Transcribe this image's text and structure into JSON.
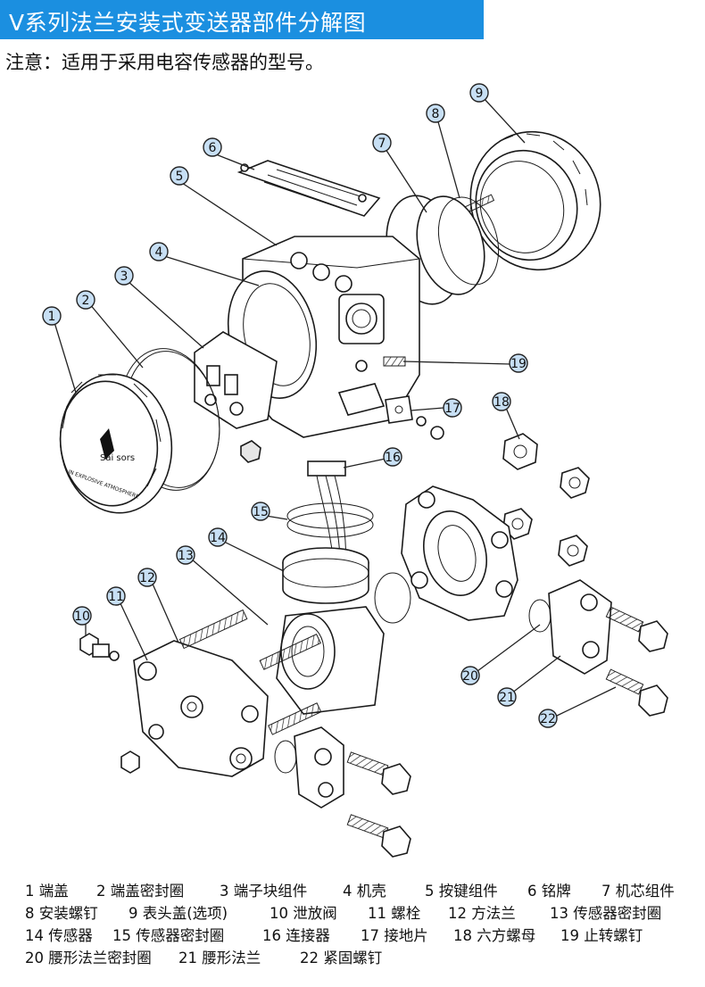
{
  "title": "V系列法兰安装式变送器部件分解图",
  "note": "注意：适用于采用电容传感器的型号。",
  "brand_logo_text": "Sai sors",
  "cover_ring_text": "IN EXPLOSIVE ATMOSPHERE",
  "callouts": [
    "1",
    "2",
    "3",
    "4",
    "5",
    "6",
    "7",
    "8",
    "9",
    "10",
    "11",
    "12",
    "13",
    "14",
    "15",
    "16",
    "17",
    "18",
    "19",
    "20",
    "21",
    "22"
  ],
  "legend": [
    [
      "1 端盖",
      "2 端盖密封圈",
      "3 端子块组件",
      "4 机壳",
      "5 按键组件",
      "6 铭牌",
      "7 机芯组件"
    ],
    [
      "8 安装螺钉",
      "9 表头盖(选项)",
      "10 泄放阀",
      "11 螺栓",
      "12 方法兰",
      "13 传感器密封圈"
    ],
    [
      "14 传感器",
      "15 传感器密封圈",
      "16 连接器",
      "17 接地片",
      "18 六方螺母",
      "19 止转螺钉"
    ],
    [
      "20 腰形法兰密封圈",
      "21 腰形法兰",
      "22 紧固螺钉"
    ]
  ]
}
